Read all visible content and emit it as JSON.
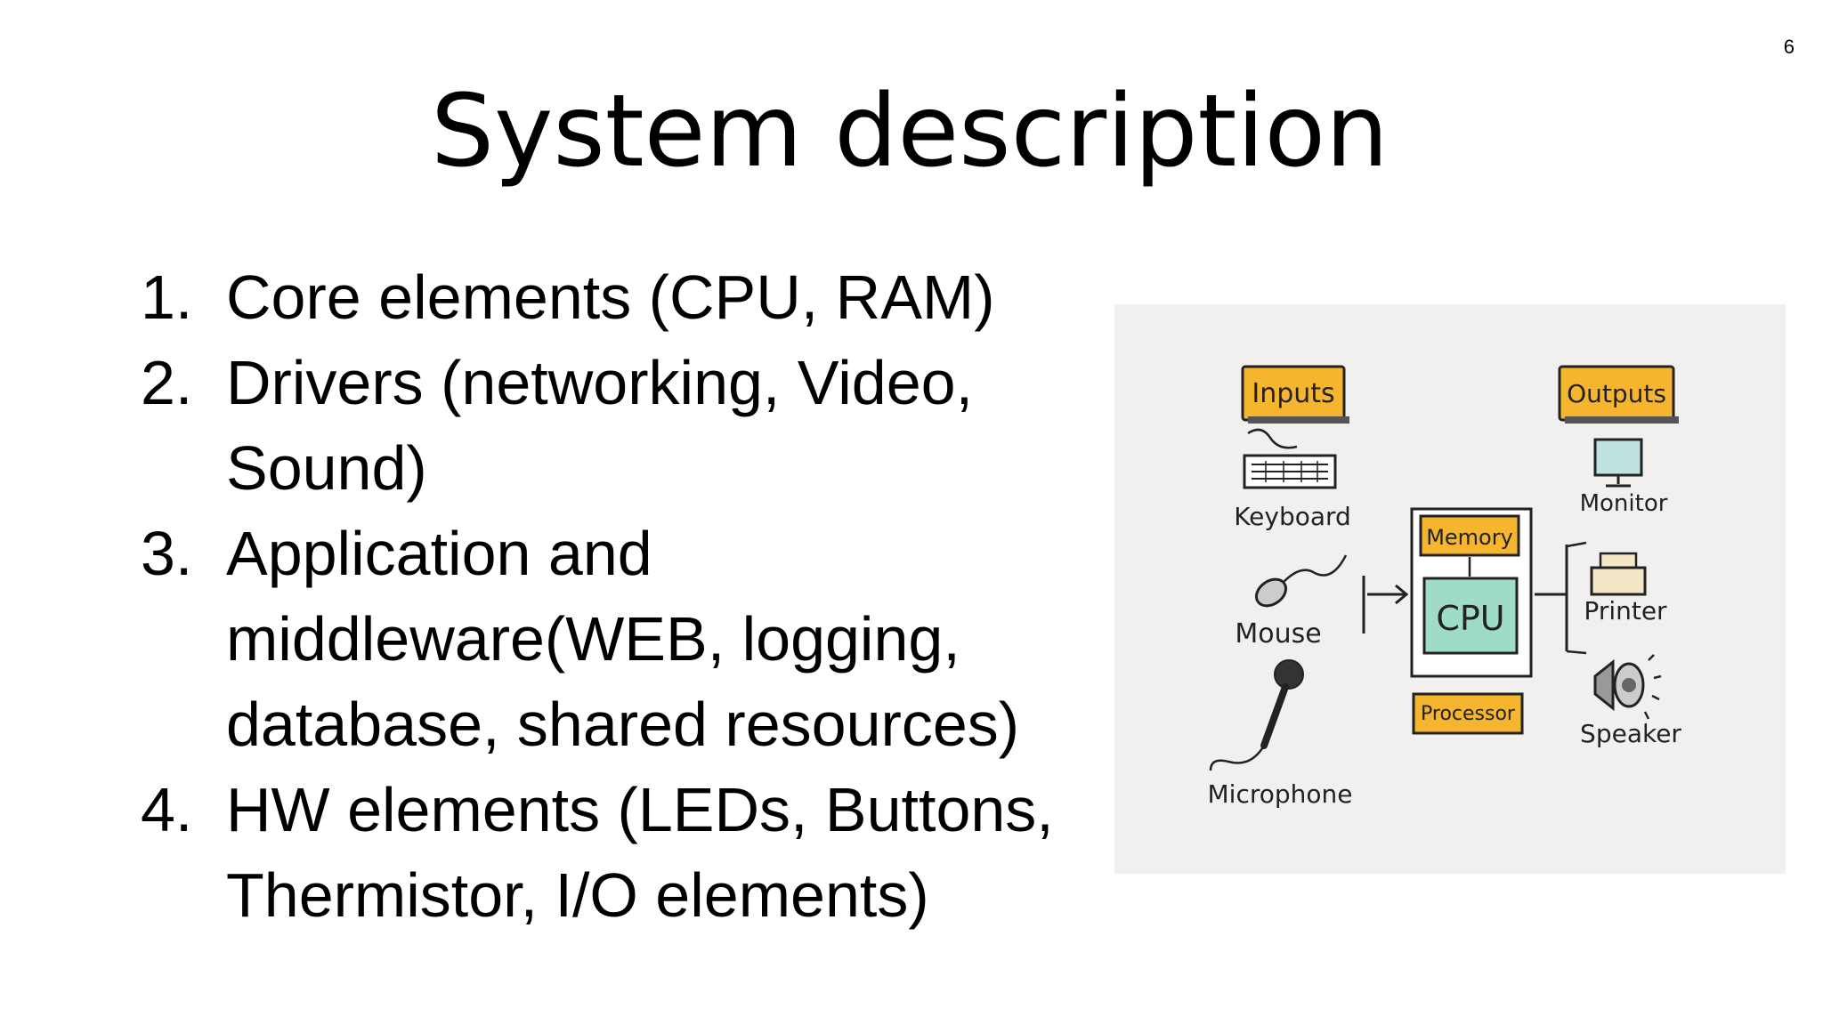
{
  "slide": {
    "number": "6",
    "title": "System description"
  },
  "points": [
    {
      "num": "1.",
      "lines": [
        "Core elements (CPU, RAM)"
      ]
    },
    {
      "num": "2.",
      "lines": [
        "Drivers (networking, Video,",
        "Sound)"
      ]
    },
    {
      "num": "3.",
      "lines": [
        "Application and",
        "middleware(WEB, logging,",
        "database, shared resources)"
      ]
    },
    {
      "num": "4.",
      "lines": [
        "HW elements (LEDs, Buttons,",
        "Thermistor, I/O elements)"
      ]
    }
  ],
  "diagram": {
    "inputs_label": "Inputs",
    "outputs_label": "Outputs",
    "keyboard": "Keyboard",
    "mouse": "Mouse",
    "microphone": "Microphone",
    "memory": "Memory",
    "cpu": "CPU",
    "processor": "Processor",
    "monitor": "Monitor",
    "printer": "Printer",
    "speaker": "Speaker",
    "colors": {
      "tag_orange": "#f5b52e",
      "cpu_green": "#9fdcc6",
      "background": "#f1f0ee",
      "ink": "#222222"
    }
  }
}
